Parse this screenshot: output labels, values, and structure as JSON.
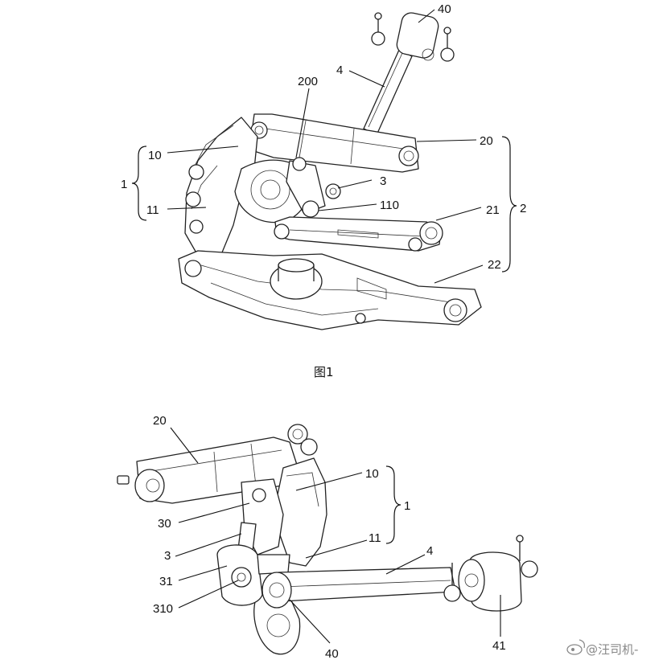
{
  "figure1": {
    "caption": "图1",
    "labels": {
      "l40": "40",
      "l4": "4",
      "l200": "200",
      "l10": "10",
      "l20": "20",
      "l1": "1",
      "l3": "3",
      "l11": "11",
      "l110": "110",
      "l21": "21",
      "l2": "2",
      "l22": "22"
    }
  },
  "figure2": {
    "labels": {
      "l20": "20",
      "l10": "10",
      "l1": "1",
      "l30": "30",
      "l11": "11",
      "l3": "3",
      "l4": "4",
      "l31": "31",
      "l310": "310",
      "l40": "40",
      "l41": "41"
    }
  },
  "watermark": "@汪司机-",
  "watermark_icon": "weibo-icon"
}
